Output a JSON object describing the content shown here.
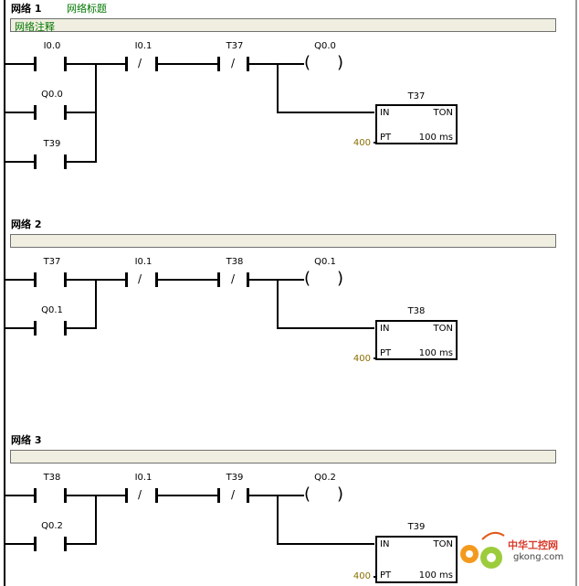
{
  "networks": [
    {
      "header": "网络 1",
      "title": "网络标题",
      "comment": "网络注释",
      "contacts": [
        {
          "label": "I0.0",
          "type": "NO"
        },
        {
          "label": "Q0.0",
          "type": "NO"
        },
        {
          "label": "T39",
          "type": "NO"
        },
        {
          "label": "I0.1",
          "type": "NC"
        },
        {
          "label": "T37",
          "type": "NC"
        }
      ],
      "coil": {
        "label": "Q0.0"
      },
      "timer": {
        "name": "T37",
        "type": "TON",
        "in": "IN",
        "pt": "PT",
        "base": "100 ms",
        "preset": "400"
      }
    },
    {
      "header": "网络 2",
      "title": "",
      "comment": "",
      "contacts": [
        {
          "label": "T37",
          "type": "NO"
        },
        {
          "label": "Q0.1",
          "type": "NO"
        },
        {
          "label": "I0.1",
          "type": "NC"
        },
        {
          "label": "T38",
          "type": "NC"
        }
      ],
      "coil": {
        "label": "Q0.1"
      },
      "timer": {
        "name": "T38",
        "type": "TON",
        "in": "IN",
        "pt": "PT",
        "base": "100 ms",
        "preset": "400"
      }
    },
    {
      "header": "网络 3",
      "title": "",
      "comment": "",
      "contacts": [
        {
          "label": "T38",
          "type": "NO"
        },
        {
          "label": "Q0.2",
          "type": "NO"
        },
        {
          "label": "I0.1",
          "type": "NC"
        },
        {
          "label": "T39",
          "type": "NC"
        }
      ],
      "coil": {
        "label": "Q0.2"
      },
      "timer": {
        "name": "T39",
        "type": "TON",
        "in": "IN",
        "pt": "PT",
        "base": "100 ms",
        "preset": "400"
      }
    }
  ],
  "watermark": {
    "name": "中华工控网",
    "url": "gkong.com"
  },
  "colors": {
    "comment_text": "#007700",
    "comment_bg": "#f0eee0",
    "preset_text": "#8a6d00"
  }
}
